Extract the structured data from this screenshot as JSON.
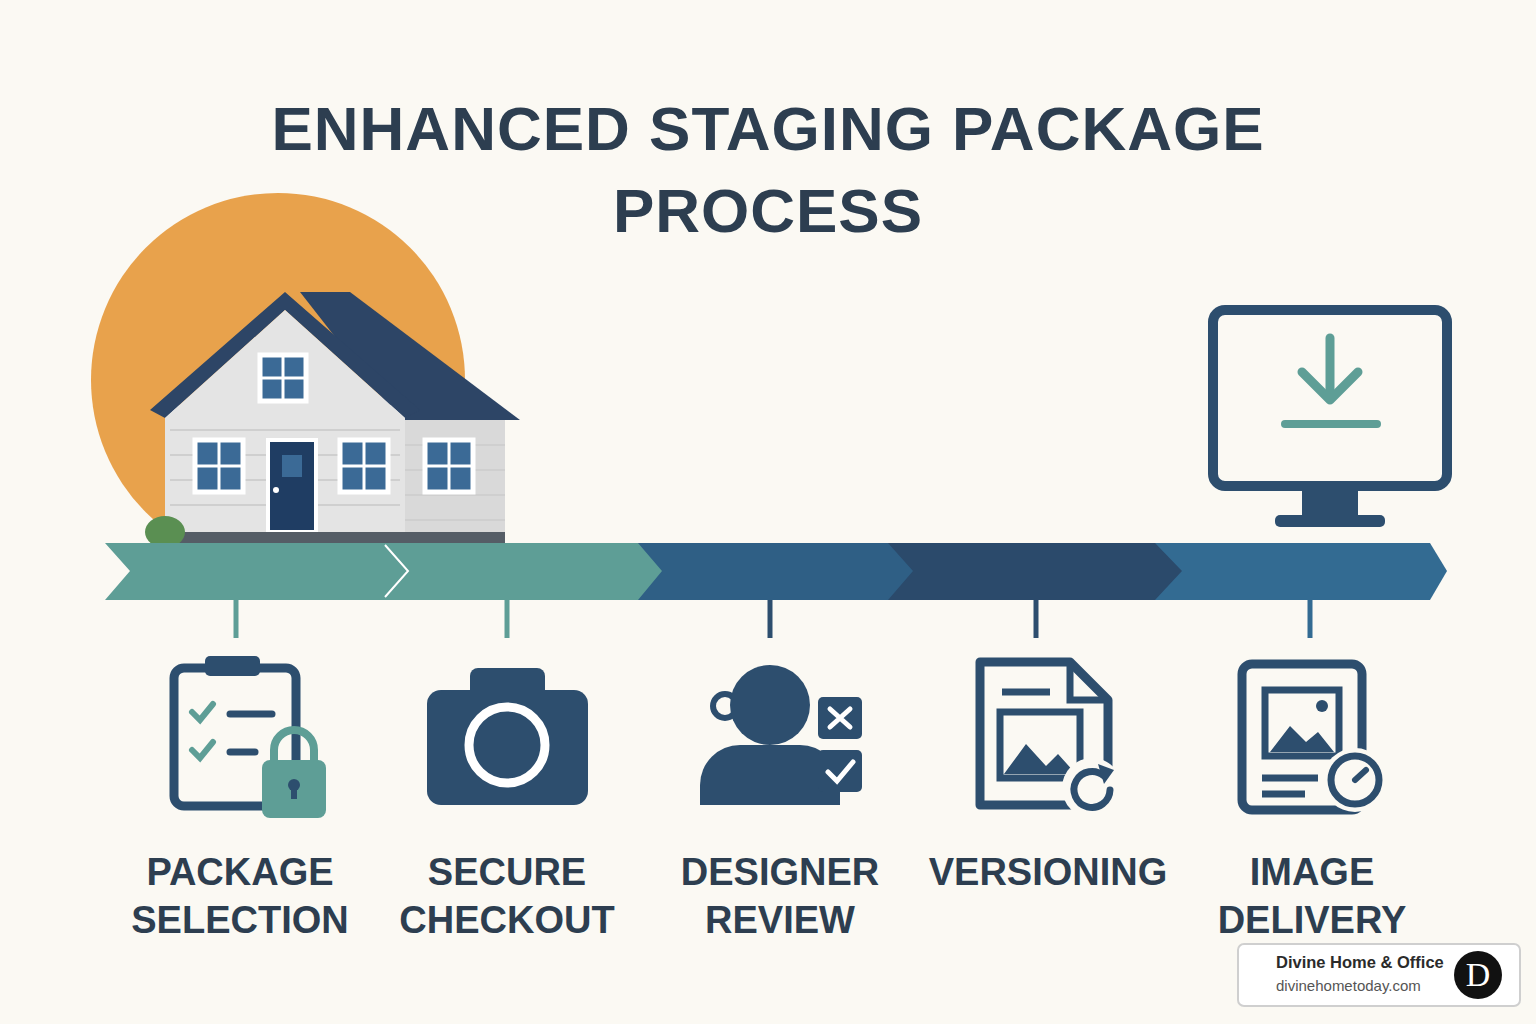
{
  "diagram": {
    "title": "ENHANCED STAGING PACKAGE PROCESS",
    "nodes": [
      {
        "text": [
          "PACKAGE SELECTION"
        ]
      },
      {
        "text": [
          "SECURE CHECKOUT"
        ]
      },
      {
        "text": [
          "DESIGNER REVIEW"
        ]
      },
      {
        "text": [
          "VERSIONING"
        ]
      },
      {
        "text": [
          "IMAGE DELIVERY"
        ]
      }
    ],
    "labels": [
      "Divine Home & Office",
      "divinehometoday.com",
      "D"
    ]
  }
}
